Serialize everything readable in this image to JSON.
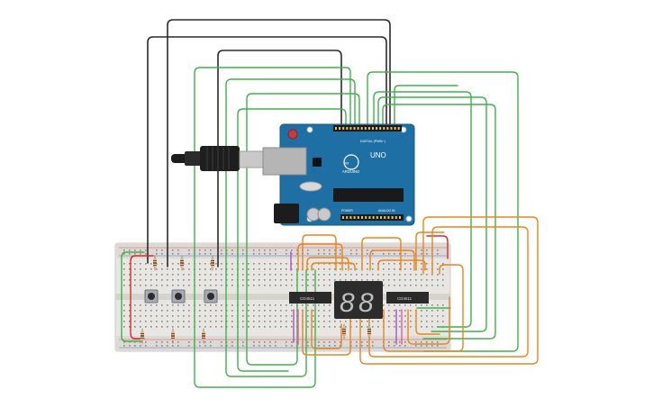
{
  "arduino": {
    "brand": "ARDUINO",
    "model": "UNO",
    "digital_label": "DIGITAL (PWM~)",
    "power_label": "POWER",
    "analog_label": "ANALOG IN",
    "board_color": "#1e6fa3"
  },
  "decoders": [
    {
      "label": "CD4511"
    },
    {
      "label": "CD4511"
    }
  ],
  "display": {
    "type": "dual seven-segment",
    "digits": [
      "8",
      "8"
    ]
  },
  "breadboard": {
    "color": "#e8e6e3"
  },
  "colors": {
    "wire_green": "#3fb24a",
    "wire_black": "#2b2b2b",
    "wire_orange": "#e9861c",
    "wire_red": "#d92b2b",
    "wire_purple": "#b04fc6",
    "wire_pink": "#e05aa7",
    "button_body": "#9aa0a6",
    "resistor": "#d7b98b"
  }
}
